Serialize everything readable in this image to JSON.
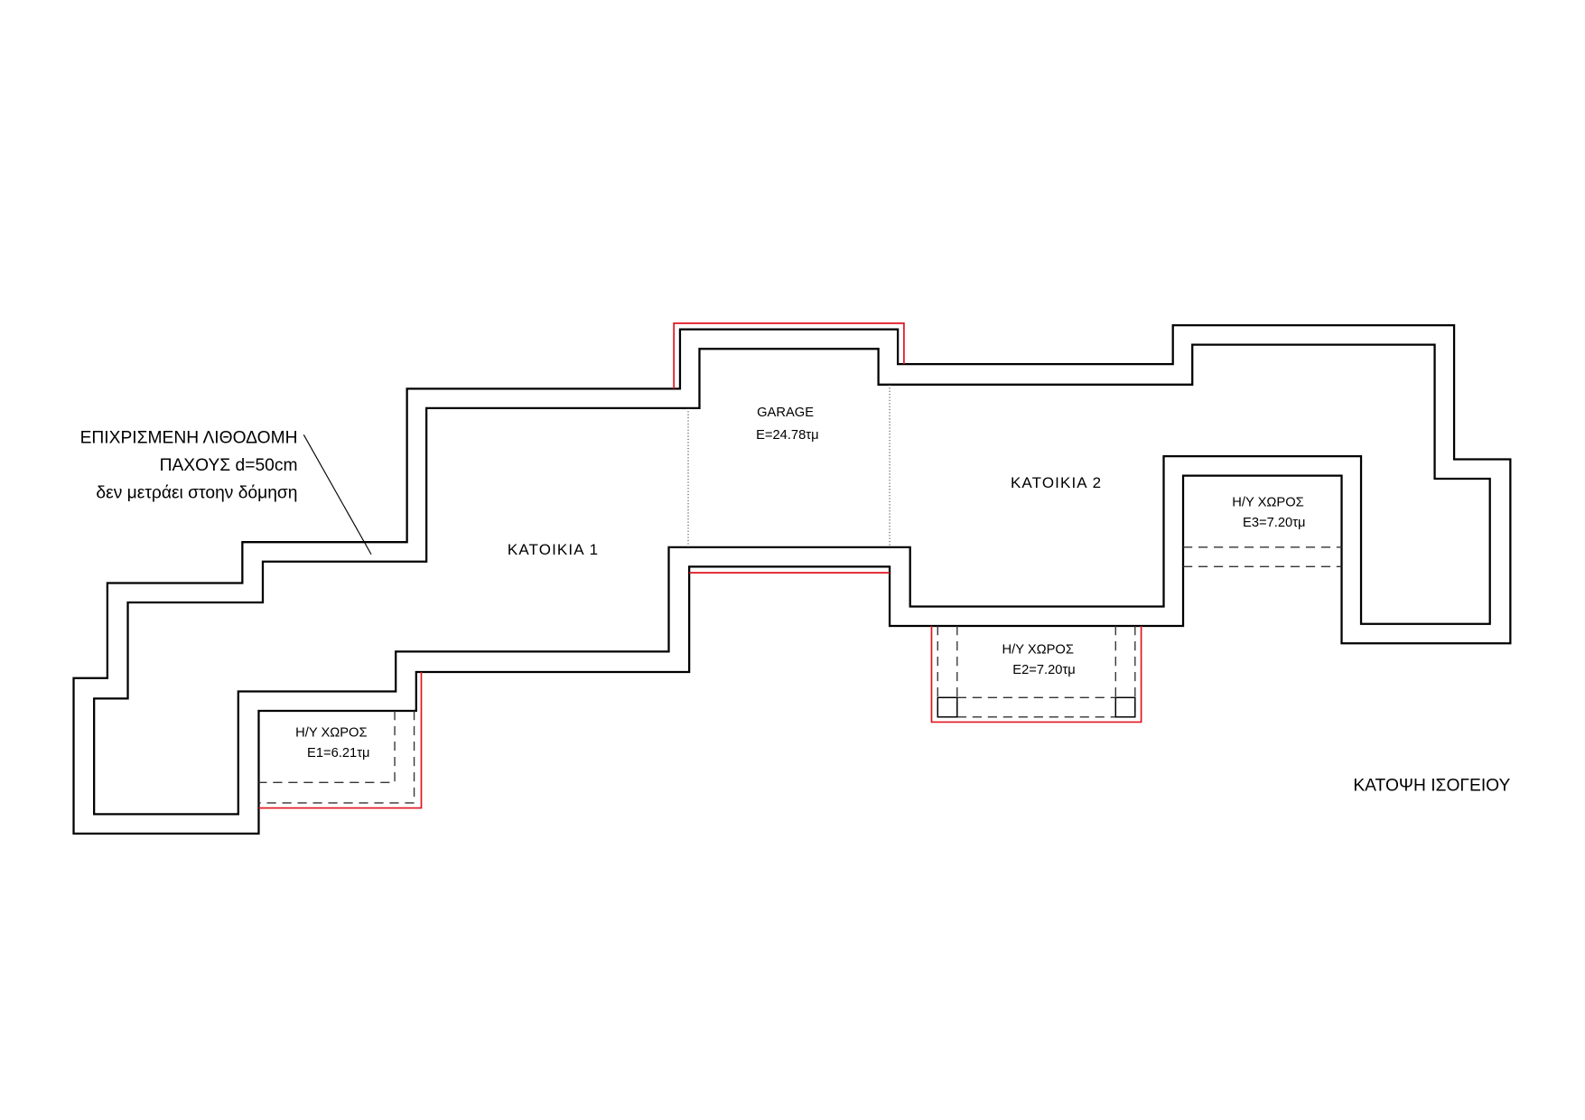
{
  "drawing": {
    "title": "ΚΑΤΟΨΗ ΙΣΟΓΕΙΟΥ",
    "note": {
      "line1": "ΕΠΙΧΡΙΣΜΕΝΗ ΛΙΘΟΔΟΜΗ",
      "line2": "ΠΑΧΟΥΣ d=50cm",
      "line3": "δεν μετράει στοην δόμηση"
    },
    "rooms": {
      "katoikia1": "ΚΑΤΟΙΚΙΑ 1",
      "katoikia2": "ΚΑΤΟΙΚΙΑ 2",
      "garage_name": "GARAGE",
      "garage_area": "E=24.78τμ",
      "hy1_name": "Η/Υ  ΧΩΡΟΣ",
      "hy1_area": "E1=6.21τμ",
      "hy2_name": "Η/Υ  ΧΩΡΟΣ",
      "hy2_area": "E2=7.20τμ",
      "hy3_name": "Η/Υ  ΧΩΡΟΣ",
      "hy3_area": "E3=7.20τμ"
    },
    "colors": {
      "wall": "#000000",
      "boundary": "#e0141e"
    }
  }
}
